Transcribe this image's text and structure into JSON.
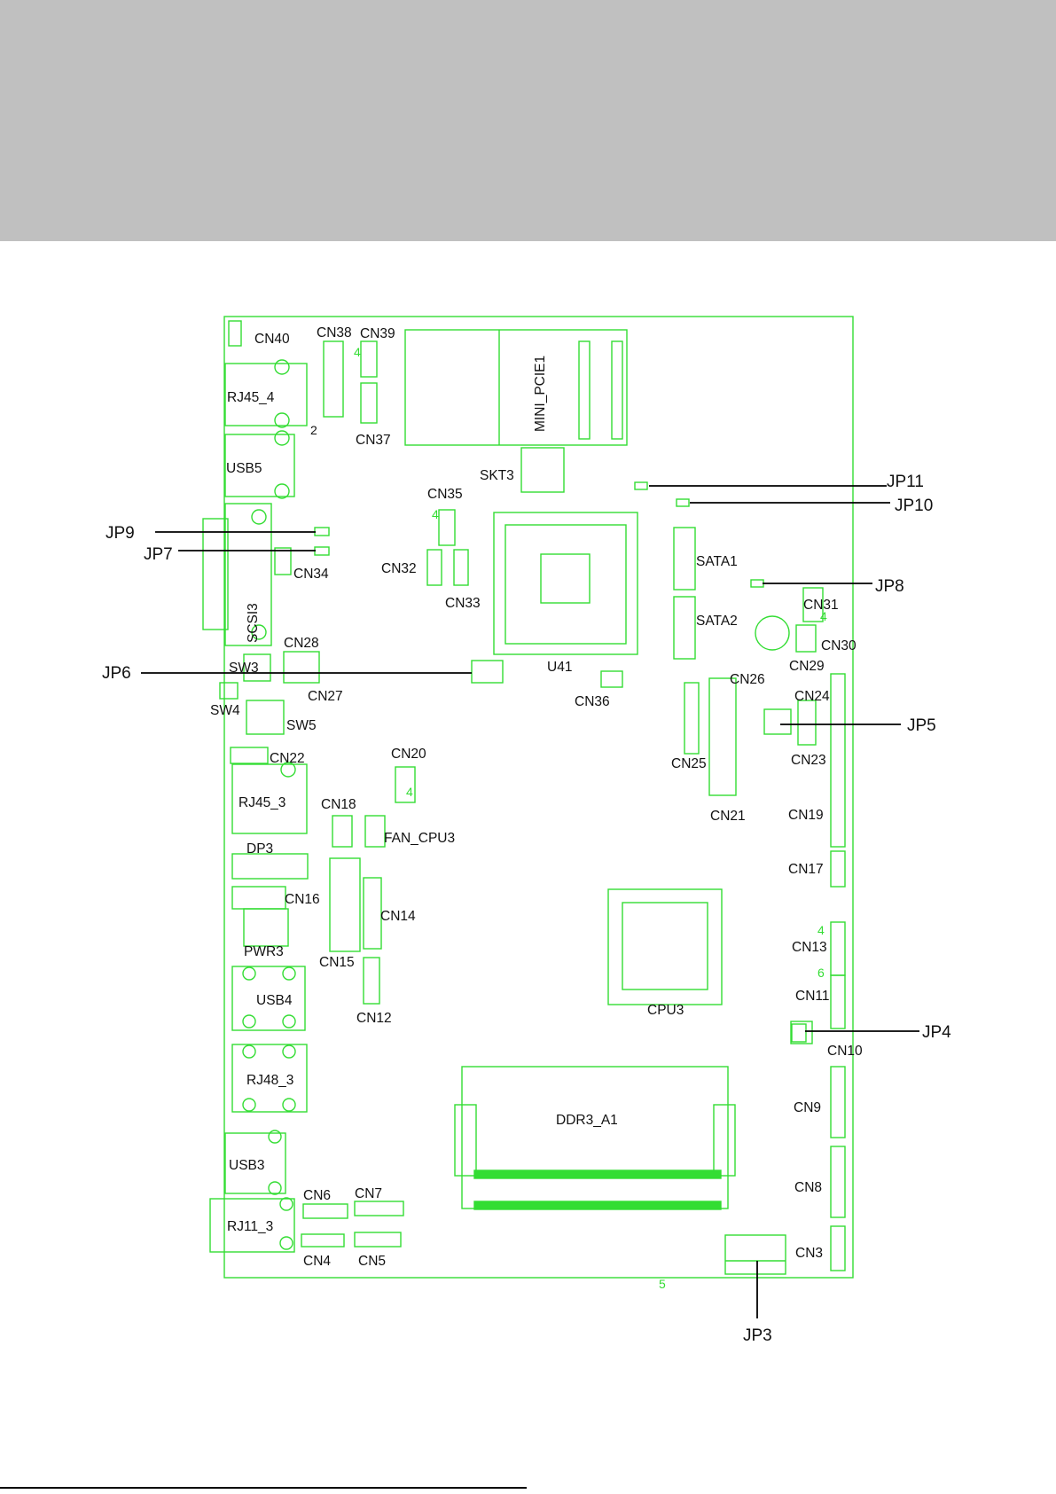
{
  "colors": {
    "header_band": "#c0c0c0",
    "board_outline": "#33dd33",
    "callout_line": "#000000"
  },
  "board": {
    "components": {
      "cn40": "CN40",
      "cn38": "CN38",
      "cn39": "CN39",
      "rj45_4": "RJ45_4",
      "cn37": "CN37",
      "mini_pcie1": "MINI_PCIE1",
      "usb5": "USB5",
      "skt3": "SKT3",
      "cn35": "CN35",
      "sata1": "SATA1",
      "cn32": "CN32",
      "cn33": "CN33",
      "cn34": "CN34",
      "scsi3": "SCSI3",
      "sata2": "SATA2",
      "cn31": "CN31",
      "cn30": "CN30",
      "cn29": "CN29",
      "cn28": "CN28",
      "sw3": "SW3",
      "cn27": "CN27",
      "u41": "U41",
      "cn26": "CN26",
      "cn24": "CN24",
      "sw4": "SW4",
      "sw5": "SW5",
      "cn36": "CN36",
      "cn22": "CN22",
      "cn20": "CN20",
      "cn25": "CN25",
      "cn23": "CN23",
      "rj45_3": "RJ45_3",
      "cn18": "CN18",
      "cn21": "CN21",
      "cn19": "CN19",
      "fan_cpu3": "FAN_CPU3",
      "dp3": "DP3",
      "cn17": "CN17",
      "cn16": "CN16",
      "cn14": "CN14",
      "pwr3": "PWR3",
      "cn15": "CN15",
      "cn13": "CN13",
      "usb4": "USB4",
      "cn11": "CN11",
      "cn12": "CN12",
      "cpu3": "CPU3",
      "cn10": "CN10",
      "rj48_3": "RJ48_3",
      "cn9": "CN9",
      "ddr3_a1": "DDR3_A1",
      "usb3": "USB3",
      "cn8": "CN8",
      "cn6": "CN6",
      "cn7": "CN7",
      "rj11_3": "RJ11_3",
      "cn4": "CN4",
      "cn5": "CN5",
      "cn3": "CN3"
    },
    "pin_marks": {
      "cn39_pin": "4",
      "cn37_pin": "2",
      "rj45_4_pin": "2",
      "cn35_pin": "4",
      "cn31_pin": "4",
      "cn20_pin": "4",
      "cn13_pin": "4",
      "cn11_pin": "6",
      "board_mark": "5"
    }
  },
  "callouts": {
    "jp11": "JP11",
    "jp10": "JP10",
    "jp9": "JP9",
    "jp7": "JP7",
    "jp8": "JP8",
    "jp6": "JP6",
    "jp5": "JP5",
    "jp4": "JP4",
    "jp3": "JP3"
  }
}
